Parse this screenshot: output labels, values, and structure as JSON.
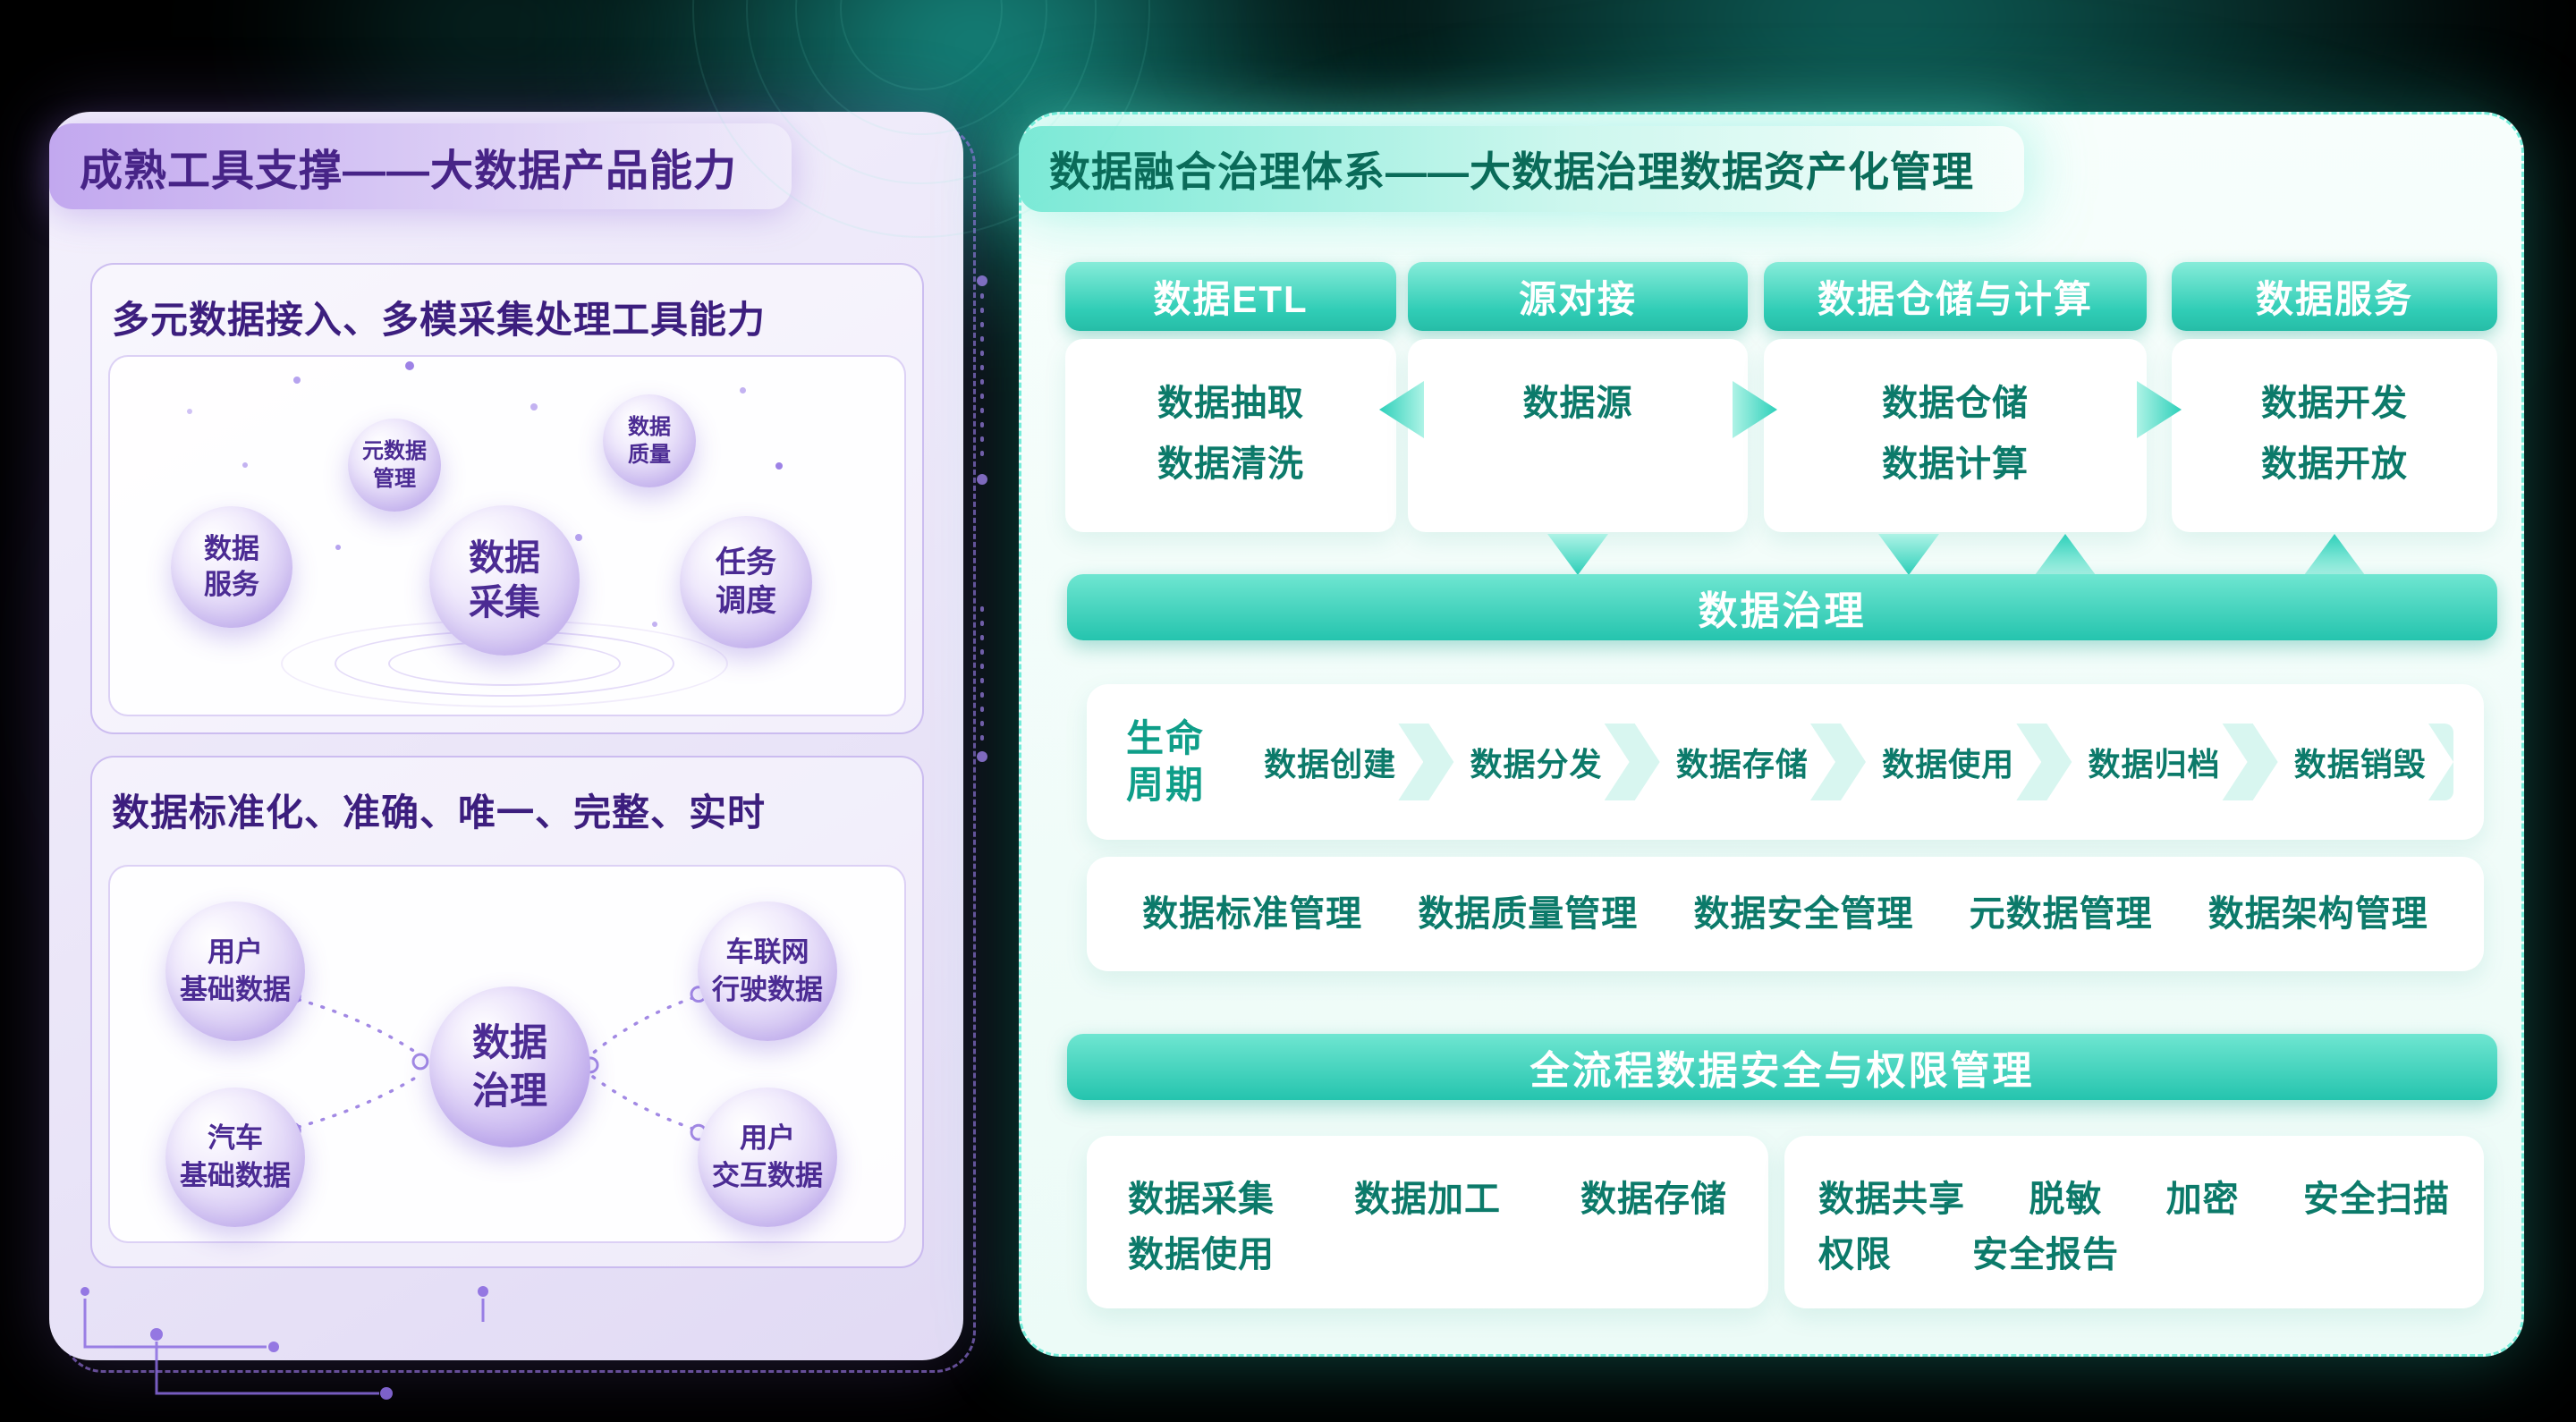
{
  "colors": {
    "purple_accent": "#7c5cd6",
    "purple_text": "#3c1e7e",
    "teal_accent": "#2dd4bf",
    "teal_text": "#0c7a6a",
    "bar_text": "#ffffff",
    "background": "#000000"
  },
  "left": {
    "title": "成熟工具支撑——大数据产品能力",
    "section1": {
      "title": "多元数据接入、多模采集处理工具能力",
      "bubbles": [
        {
          "line1": "数据",
          "line2": "服务"
        },
        {
          "line1": "元数据",
          "line2": "管理"
        },
        {
          "line1": "数据",
          "line2": "采集"
        },
        {
          "line1": "数据",
          "line2": "质量"
        },
        {
          "line1": "任务",
          "line2": "调度"
        }
      ]
    },
    "section2": {
      "title": "数据标准化、准确、唯一、完整、实时",
      "center_bubble": {
        "line1": "数据",
        "line2": "治理"
      },
      "bubbles": [
        {
          "line1": "用户",
          "line2": "基础数据"
        },
        {
          "line1": "车联网",
          "line2": "行驶数据"
        },
        {
          "line1": "汽车",
          "line2": "基础数据"
        },
        {
          "line1": "用户",
          "line2": "交互数据"
        }
      ]
    }
  },
  "right": {
    "title": "数据融合治理体系——大数据治理数据资产化管理",
    "columns": [
      {
        "header": "数据ETL",
        "items": [
          "数据抽取",
          "数据清洗"
        ]
      },
      {
        "header": "源对接",
        "items": [
          "数据源"
        ]
      },
      {
        "header": "数据仓储与计算",
        "items": [
          "数据仓储",
          "数据计算"
        ]
      },
      {
        "header": "数据服务",
        "items": [
          "数据开发",
          "数据开放"
        ]
      }
    ],
    "governance_bar": "数据治理",
    "lifecycle": {
      "label_line1": "生命",
      "label_line2": "周期",
      "steps": [
        "数据创建",
        "数据分发",
        "数据存储",
        "数据使用",
        "数据归档",
        "数据销毁"
      ]
    },
    "management_items": [
      "数据标准管理",
      "数据质量管理",
      "数据安全管理",
      "元数据管理",
      "数据架构管理"
    ],
    "security_bar": "全流程数据安全与权限管理",
    "security_left_row1": [
      "数据采集",
      "数据加工",
      "数据存储"
    ],
    "security_left_row2": [
      "数据使用"
    ],
    "security_right_row1": [
      "数据共享",
      "脱敏",
      "加密",
      "安全扫描"
    ],
    "security_right_row2": [
      "权限",
      "安全报告"
    ]
  }
}
